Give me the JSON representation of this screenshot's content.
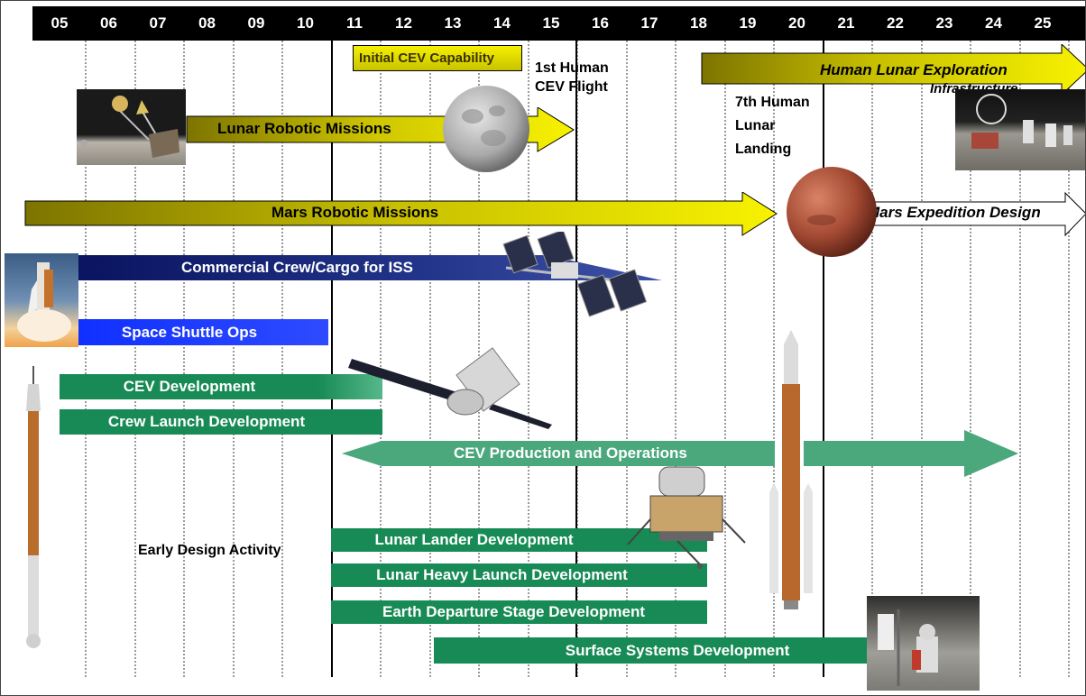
{
  "years": [
    "05",
    "06",
    "07",
    "08",
    "09",
    "10",
    "11",
    "12",
    "13",
    "14",
    "15",
    "16",
    "17",
    "18",
    "19",
    "20",
    "21",
    "22",
    "23",
    "24",
    "25"
  ],
  "labels": {
    "initial_cev": "Initial CEV Capability",
    "first_human_cev": "1st Human\nCEV Flight",
    "seventh_human_lunar": "7th Human\nLunar\nLanding",
    "human_lunar_exploration": "Human Lunar Exploration",
    "infrastructure": "Infrastructure",
    "lunar_robotic": "Lunar Robotic Missions",
    "mars_robotic": "Mars Robotic Missions",
    "mars_expedition": "Mars Expedition Design",
    "commercial_crew": "Commercial Crew/Cargo for ISS",
    "shuttle_ops": "Space Shuttle Ops",
    "cev_dev": "CEV Development",
    "crew_launch_dev": "Crew Launch Development",
    "cev_production": "CEV Production and Operations",
    "early_design": "Early Design Activity",
    "lunar_lander_dev": "Lunar Lander Development",
    "lunar_heavy_dev": "Lunar Heavy Launch Development",
    "eds_dev": "Earth Departure Stage Development",
    "surface_dev": "Surface Systems Development"
  },
  "colors": {
    "yellow": "#f5f000",
    "olive": "#8a7f00",
    "green": "#1a8c55",
    "green_light": "#48a878",
    "blue": "#1f3cff",
    "navy": "#0a1a6e"
  }
}
